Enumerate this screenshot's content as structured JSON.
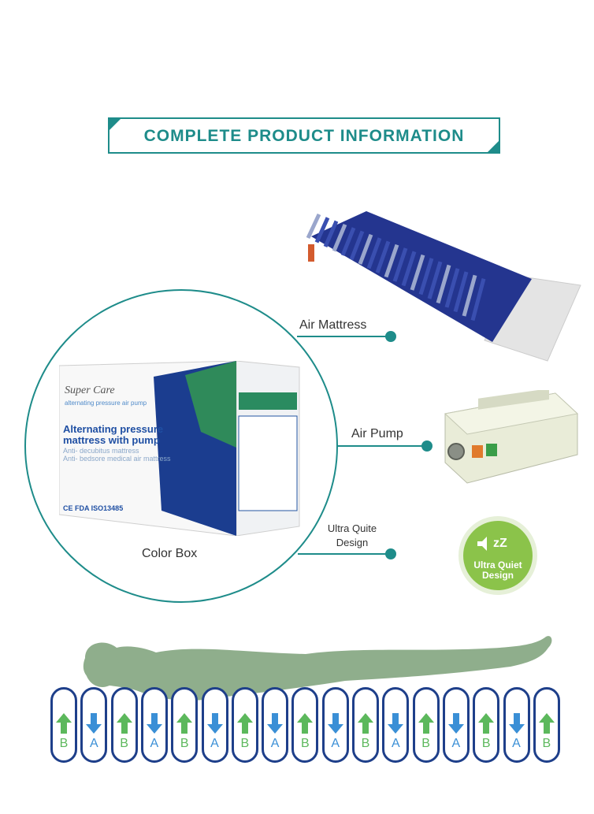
{
  "header": {
    "title": "COMPLETE PRODUCT INFORMATION"
  },
  "colors": {
    "accent": "#1e8c8a",
    "cell_border": "#1e3f8a",
    "up_arrow": "#5cb85c",
    "down_arrow": "#3a8fd6",
    "body": "#8fae8c"
  },
  "callouts": [
    {
      "label": "Air Mattress"
    },
    {
      "label": "Air Pump"
    },
    {
      "label": "Ultra Quite Design"
    }
  ],
  "color_box_label": "Color Box",
  "box": {
    "brand": "Super Care",
    "tagline": "alternating pressure air pump",
    "title_line1": "Alternating pressure",
    "title_line2": "mattress with pump",
    "sub1": "Anti- decubitus mattress",
    "sub2": "Anti- bedsore medical air mattress",
    "cert": "CE FDA ISO13485"
  },
  "badge": {
    "zz": "zZ",
    "line1": "Ultra Quiet",
    "line2": "Design"
  },
  "cells": [
    {
      "letter": "B",
      "dir": "up"
    },
    {
      "letter": "A",
      "dir": "down"
    },
    {
      "letter": "B",
      "dir": "up"
    },
    {
      "letter": "A",
      "dir": "down"
    },
    {
      "letter": "B",
      "dir": "up"
    },
    {
      "letter": "A",
      "dir": "down"
    },
    {
      "letter": "B",
      "dir": "up"
    },
    {
      "letter": "A",
      "dir": "down"
    },
    {
      "letter": "B",
      "dir": "up"
    },
    {
      "letter": "A",
      "dir": "down"
    },
    {
      "letter": "B",
      "dir": "up"
    },
    {
      "letter": "A",
      "dir": "down"
    },
    {
      "letter": "B",
      "dir": "up"
    },
    {
      "letter": "A",
      "dir": "down"
    },
    {
      "letter": "B",
      "dir": "up"
    },
    {
      "letter": "A",
      "dir": "down"
    },
    {
      "letter": "B",
      "dir": "up"
    }
  ]
}
